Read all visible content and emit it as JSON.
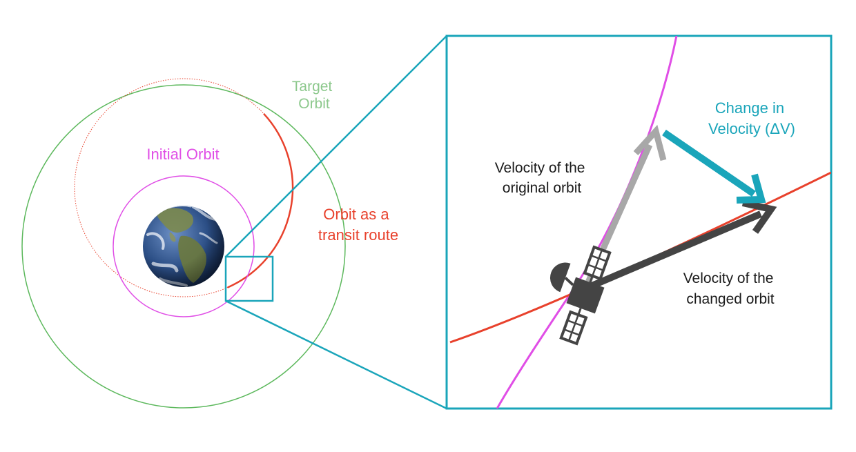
{
  "labels": {
    "target_orbit": [
      "Target",
      "Orbit"
    ],
    "initial_orbit": "Initial Orbit",
    "transit_orbit": [
      "Orbit as a",
      "transit route"
    ],
    "original_velocity": [
      "Velocity of the",
      "original orbit"
    ],
    "changed_velocity": [
      "Velocity of the",
      "changed orbit"
    ],
    "delta_v": [
      "Change in",
      "Velocity (ΔV)"
    ]
  },
  "colors": {
    "target_orbit": "#5cb85c",
    "target_label": "#8cc88c",
    "initial_orbit": "#e04ee6",
    "transit_orbit": "#e8412c",
    "zoom_frame": "#1aa5ba",
    "original_velocity_arrow": "#a8a8a8",
    "changed_velocity_arrow": "#444444",
    "satellite": "#444444",
    "text_dark": "#1a1a1a"
  },
  "icons": [
    "earth-globe-icon",
    "satellite-icon"
  ]
}
